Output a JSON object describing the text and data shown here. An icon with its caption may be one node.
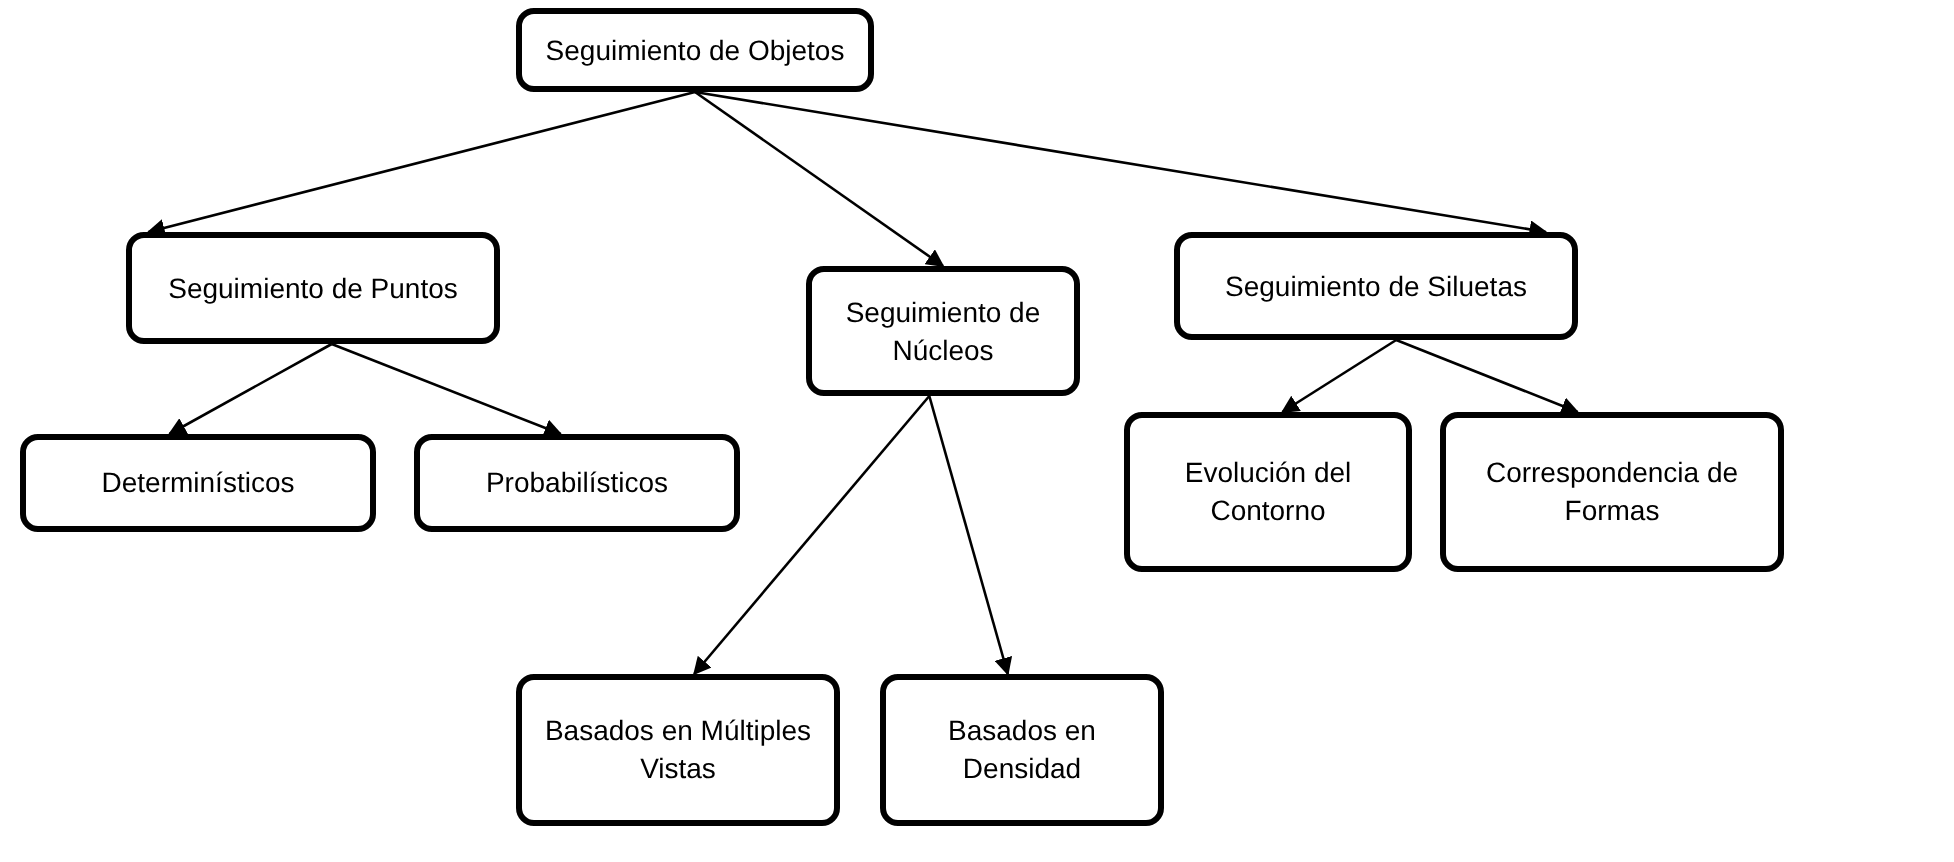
{
  "diagram": {
    "nodes": [
      {
        "text": [
          "Seguimiento de Objetos"
        ]
      },
      {
        "text": [
          "Seguimiento de Puntos"
        ]
      },
      {
        "text": [
          "Seguimiento de Núcleos"
        ]
      },
      {
        "text": [
          "Seguimiento de Siluetas"
        ]
      },
      {
        "text": [
          "Determinísticos"
        ]
      },
      {
        "text": [
          "Probabilísticos"
        ]
      },
      {
        "text": [
          "Evolución del Contorno"
        ]
      },
      {
        "text": [
          "Correspondencia de Formas"
        ]
      },
      {
        "text": [
          "Basados en Múltiples Vistas"
        ]
      },
      {
        "text": [
          "Basados en Densidad"
        ]
      }
    ],
    "edges": [
      {
        "from": 0,
        "to": 1,
        "arrow": "to"
      },
      {
        "from": 0,
        "to": 2,
        "arrow": "to"
      },
      {
        "from": 0,
        "to": 3,
        "arrow": "to"
      },
      {
        "from": 1,
        "to": 4,
        "arrow": "to"
      },
      {
        "from": 1,
        "to": 5,
        "arrow": "to"
      },
      {
        "from": 2,
        "to": 8,
        "arrow": "to"
      },
      {
        "from": 2,
        "to": 9,
        "arrow": "to"
      },
      {
        "from": 3,
        "to": 6,
        "arrow": "to"
      },
      {
        "from": 3,
        "to": 7,
        "arrow": "to"
      }
    ]
  }
}
